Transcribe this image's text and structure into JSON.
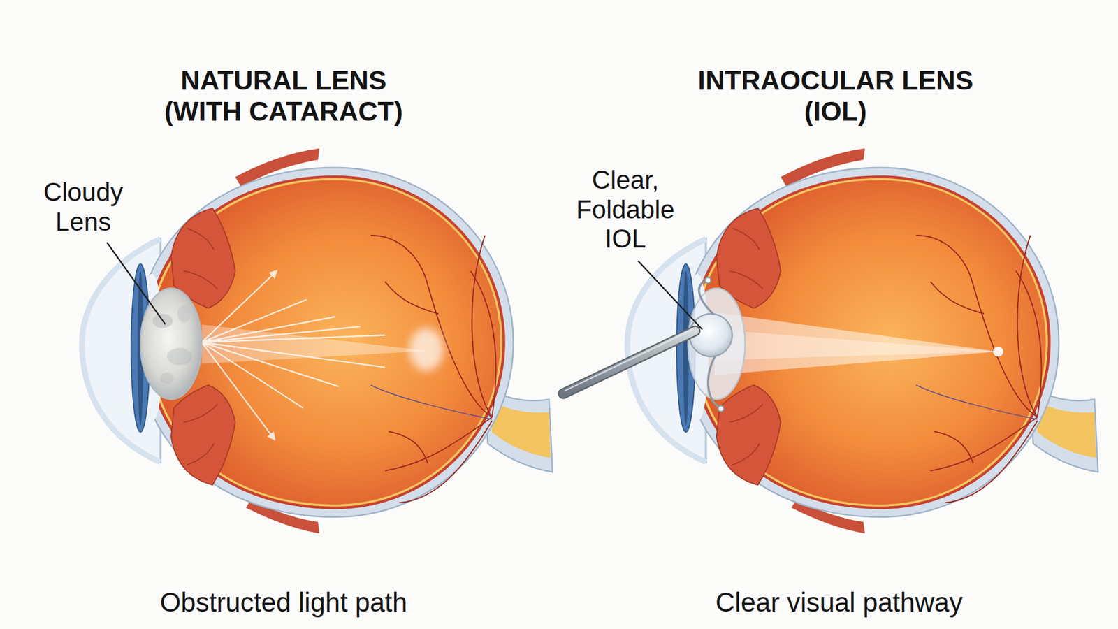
{
  "diagram": {
    "labels": [
      "NATURAL LENS (WITH CATARACT)",
      "INTRAOCULAR LENS (IOL)",
      "Cloudy Lens",
      "Clear, Foldable IOL",
      "Obstructed light path",
      "Clear visual pathway"
    ]
  }
}
